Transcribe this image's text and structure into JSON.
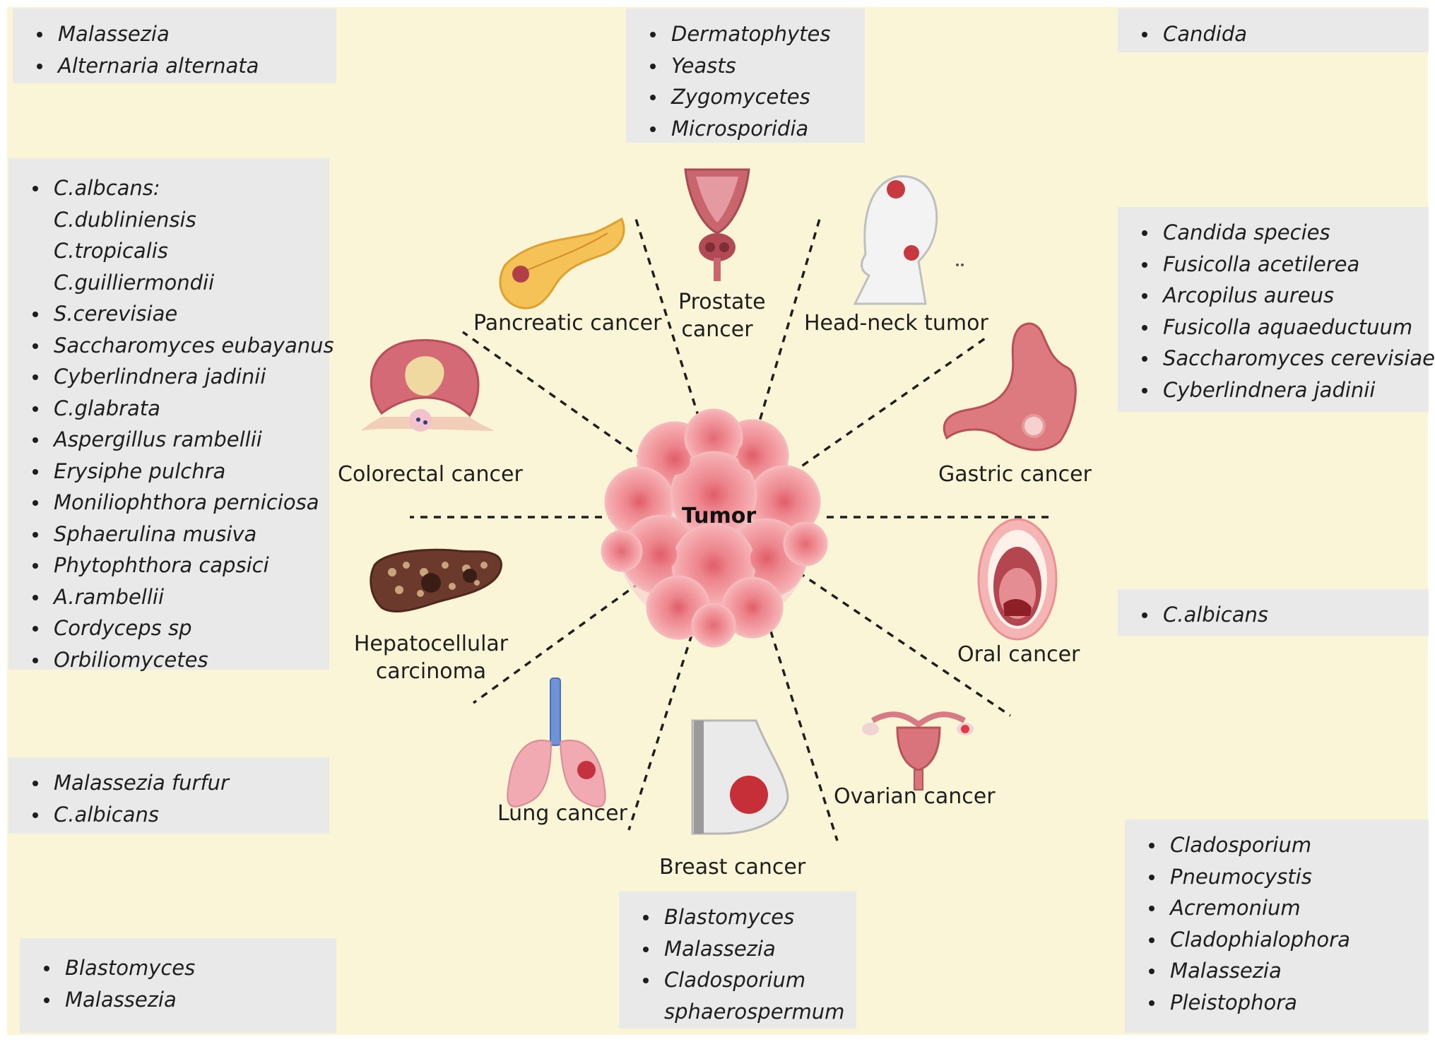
{
  "center_label": "Tumor",
  "cancers": {
    "pancreatic": "Pancreatic cancer",
    "prostate": [
      "Prostate",
      "cancer"
    ],
    "head_neck": "Head-neck tumor",
    "colorectal": "Colorectal cancer",
    "gastric": "Gastric cancer",
    "hepatocellular": [
      "Hepatocellular",
      "carcinoma"
    ],
    "oral": "Oral cancer",
    "lung": "Lung cancer",
    "breast": "Breast cancer",
    "ovarian": "Ovarian cancer"
  },
  "fungi_boxes": {
    "pancreatic": [
      "Malassezia",
      "Alternaria alternata"
    ],
    "prostate": [
      "Dermatophytes",
      "Yeasts",
      "Zygomycetes",
      "Microsporidia"
    ],
    "head_neck": [
      "Candida"
    ],
    "colorectal": [
      {
        "text": "C.albcans:",
        "bullet": true
      },
      {
        "text": "C.dubliniensis",
        "bullet": false
      },
      {
        "text": "C.tropicalis",
        "bullet": false
      },
      {
        "text": "C.guilliermondii",
        "bullet": false
      },
      {
        "text": "S.cerevisiae",
        "bullet": true
      },
      {
        "text": "Saccharomyces eubayanus",
        "bullet": true
      },
      {
        "text": "Cyberlindnera jadinii",
        "bullet": true
      },
      {
        "text": "C.glabrata",
        "bullet": true
      },
      {
        "text": "Aspergillus rambellii",
        "bullet": true
      },
      {
        "text": "Erysiphe pulchra",
        "bullet": true
      },
      {
        "text": "Moniliophthora perniciosa",
        "bullet": true
      },
      {
        "text": "Sphaerulina musiva",
        "bullet": true
      },
      {
        "text": "Phytophthora capsici",
        "bullet": true
      },
      {
        "text": "A.rambellii",
        "bullet": true
      },
      {
        "text": "Cordyceps sp",
        "bullet": true
      },
      {
        "text": "Orbiliomycetes",
        "bullet": true
      }
    ],
    "gastric": [
      "Candida species",
      "Fusicolla acetilerea",
      "Arcopilus aureus",
      "Fusicolla aquaeductuum",
      "Saccharomyces cerevisiae",
      "Cyberlindnera jadinii"
    ],
    "oral": [
      "C.albicans"
    ],
    "hepatocellular": [
      "Malassezia furfur",
      "C.albicans"
    ],
    "lung": [
      "Blastomyces",
      "Malassezia"
    ],
    "breast": [
      {
        "text": "Blastomyces",
        "bullet": true
      },
      {
        "text": "Malassezia",
        "bullet": true
      },
      {
        "text": "Cladosporium",
        "bullet": true
      },
      {
        "text": "sphaerospermum",
        "bullet": false
      }
    ],
    "ovarian": [
      "Cladosporium",
      "Pneumocystis",
      "Acremonium",
      "Cladophialophora",
      "Malassezia",
      "Pleistophora"
    ]
  },
  "colors": {
    "background": "#f9f5d6",
    "box": "#e9e9e9",
    "tumor": "#f2a8ac",
    "tissue_red": "#c94a52",
    "divider": "#1e1e1e"
  }
}
